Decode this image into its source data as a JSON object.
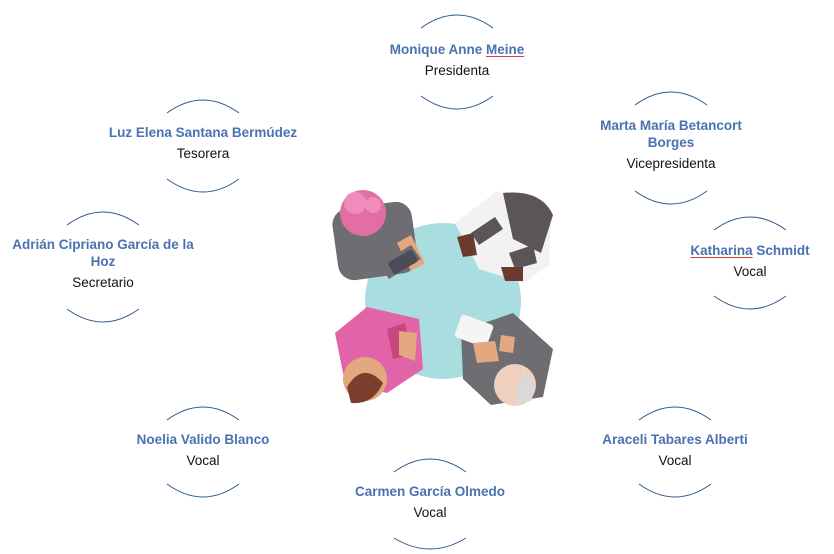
{
  "colors": {
    "name": "#4a72b0",
    "role": "#111111",
    "arc": "#2f5a8f",
    "underline": "#d04040"
  },
  "illustration": {
    "icon": "people-meeting-around-round-table-icon"
  },
  "members": {
    "monique": {
      "name_a": "Monique Anne ",
      "name_b": "Meine",
      "role": "Presidenta"
    },
    "marta": {
      "name": "Marta María Betancort Borges",
      "role": "Vicepresidenta"
    },
    "luz": {
      "name": "Luz Elena Santana Bermúdez",
      "role": "Tesorera"
    },
    "adrian": {
      "name": "Adrián Cipriano García de la Hoz",
      "role": "Secretario"
    },
    "katharina": {
      "name_a": "Katharina",
      "name_b": " Schmidt",
      "role": "Vocal"
    },
    "noelia": {
      "name": "Noelia Valido Blanco",
      "role": "Vocal"
    },
    "araceli": {
      "name": "Araceli Tabares Alberti",
      "role": "Vocal"
    },
    "carmen": {
      "name": "Carmen García Olmedo",
      "role": "Vocal"
    }
  }
}
